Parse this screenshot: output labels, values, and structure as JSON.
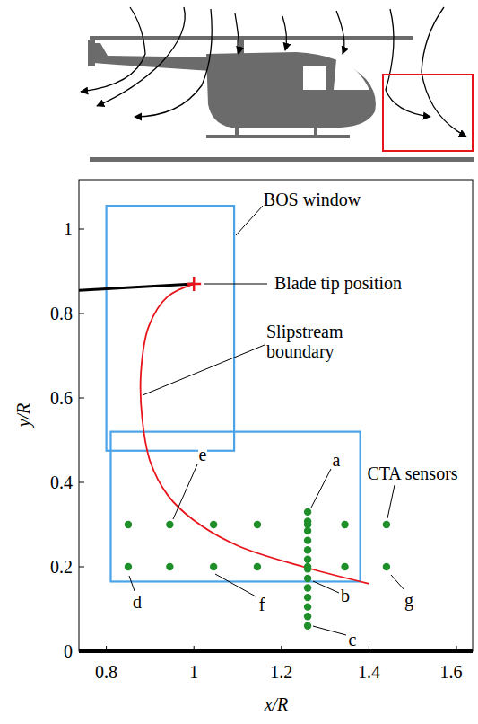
{
  "diagram": {
    "labels": [
      "BOS window",
      "Blade tip position",
      "Slipstream boundary",
      "CTA sensors",
      "a",
      "b",
      "c",
      "d",
      "e",
      "f",
      "g",
      "0",
      "0.2",
      "0.4",
      "0.6",
      "0.8",
      "1",
      "0.8",
      "1",
      "1.2",
      "1.4",
      "1.6",
      "y/R",
      "x/R"
    ]
  }
}
